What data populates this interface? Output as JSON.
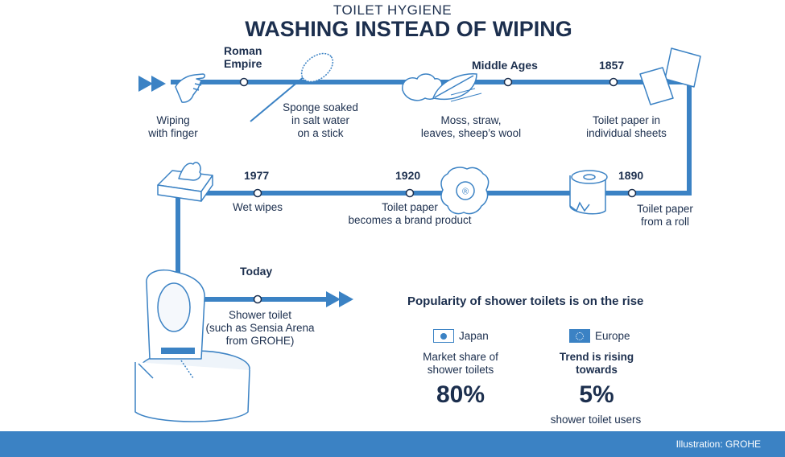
{
  "header": {
    "kicker": "TOILET HYGIENE",
    "title": "WASHING INSTEAD OF WIPING"
  },
  "timeline": {
    "row1": [
      {
        "year": "",
        "label": "Wiping\nwith finger"
      },
      {
        "year": "Roman\nEmpire",
        "label": "Sponge soaked\nin salt water\non a stick"
      },
      {
        "year": "Middle Ages",
        "label": "Moss, straw,\nleaves, sheep’s wool"
      },
      {
        "year": "1857",
        "label": "Toilet paper in\nindividual sheets"
      }
    ],
    "row2": [
      {
        "year": "1977",
        "label": "Wet wipes"
      },
      {
        "year": "1920",
        "label": "Toilet paper\nbecomes a brand product"
      },
      {
        "year": "1890",
        "label": "Toilet paper\nfrom a roll"
      }
    ],
    "row3": [
      {
        "year": "Today",
        "label": "Shower toilet\n(such as Sensia Arena\nfrom GROHE)"
      }
    ]
  },
  "popularity": {
    "title": "Popularity of shower toilets is on the rise",
    "japan": {
      "region": "Japan",
      "desc": "Market share of\nshower toilets",
      "value": "80%"
    },
    "europe": {
      "region": "Europe",
      "desc": "Trend is rising\ntowards",
      "value": "5%",
      "sub": "shower toilet users"
    }
  },
  "footer": {
    "credit": "Illustration: GROHE"
  },
  "colors": {
    "line": "#3b82c4",
    "text": "#1c2f4e",
    "footer": "#3b82c4"
  }
}
